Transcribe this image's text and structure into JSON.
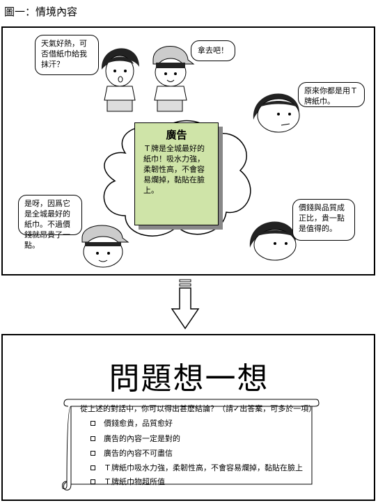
{
  "figure_caption": "圖一：情境內容",
  "bubbles": {
    "girl_top": "天氣好熱，可否借紙巾給我抹汗？",
    "boy_top": "拿去吧！",
    "girl_right_top": "原來你都是用Ｔ牌紙巾。",
    "boy_bottom": "是呀，因爲它是全城最好的紙巾。不過價錢就昂貴了一點。",
    "girl_right_bottom": "價錢與品質成正比，貴一點是值得的。"
  },
  "ad": {
    "title": "廣告",
    "text": "Ｔ牌是全城最好的紙巾！吸水力強，柔韌性高，不會容易爛掉，黏貼在臉上。"
  },
  "section_title": "問題想一想",
  "question": {
    "prompt": "從上述的對話中，你可以得出甚麽結論？（請✓出答案，可多於一項）",
    "options": [
      "價錢愈貴，品質愈好",
      "廣告的內容一定是對的",
      "廣告的內容不可盡信",
      "Ｔ牌紙巾吸水力強，柔韌性高，不會容易爛掉，黏貼在臉上",
      "Ｔ牌紙巾物超所值"
    ]
  }
}
